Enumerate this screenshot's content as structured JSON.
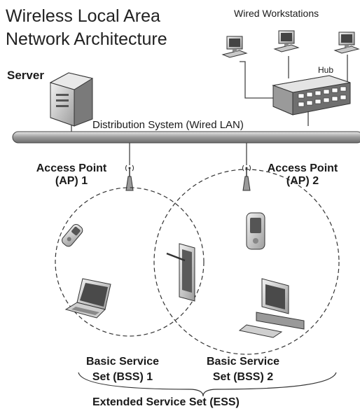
{
  "title": {
    "line1": "Wireless Local Area",
    "line2": "Network Architecture"
  },
  "labels": {
    "wired_workstations": "Wired Workstations",
    "hub": "Hub",
    "server": "Server",
    "distribution_system": "Distribution System (Wired LAN)",
    "ap1_line1": "Access Point",
    "ap1_line2": "(AP) 1",
    "ap2_line1": "Access Point",
    "ap2_line2": "(AP) 2",
    "bss1_line1": "Basic Service",
    "bss1_line2": "Set (BSS) 1",
    "bss2_line1": "Basic Service",
    "bss2_line2": "Set (BSS) 2",
    "ess": "Extended Service Set (ESS)"
  },
  "icons": {
    "server": "server-tower-icon",
    "workstation": "desktop-computer-icon",
    "hub": "network-hub-icon",
    "access_point": "antenna-icon",
    "phone": "mobile-phone-icon",
    "laptop": "laptop-icon",
    "tablet": "tablet-stylus-icon",
    "pda": "pda-icon",
    "desktop": "desktop-computer-icon"
  },
  "colors": {
    "line": "#333333",
    "device_fill": "#cfcfcf",
    "device_dark": "#555555",
    "lan_bar": "#a9a9a9"
  }
}
